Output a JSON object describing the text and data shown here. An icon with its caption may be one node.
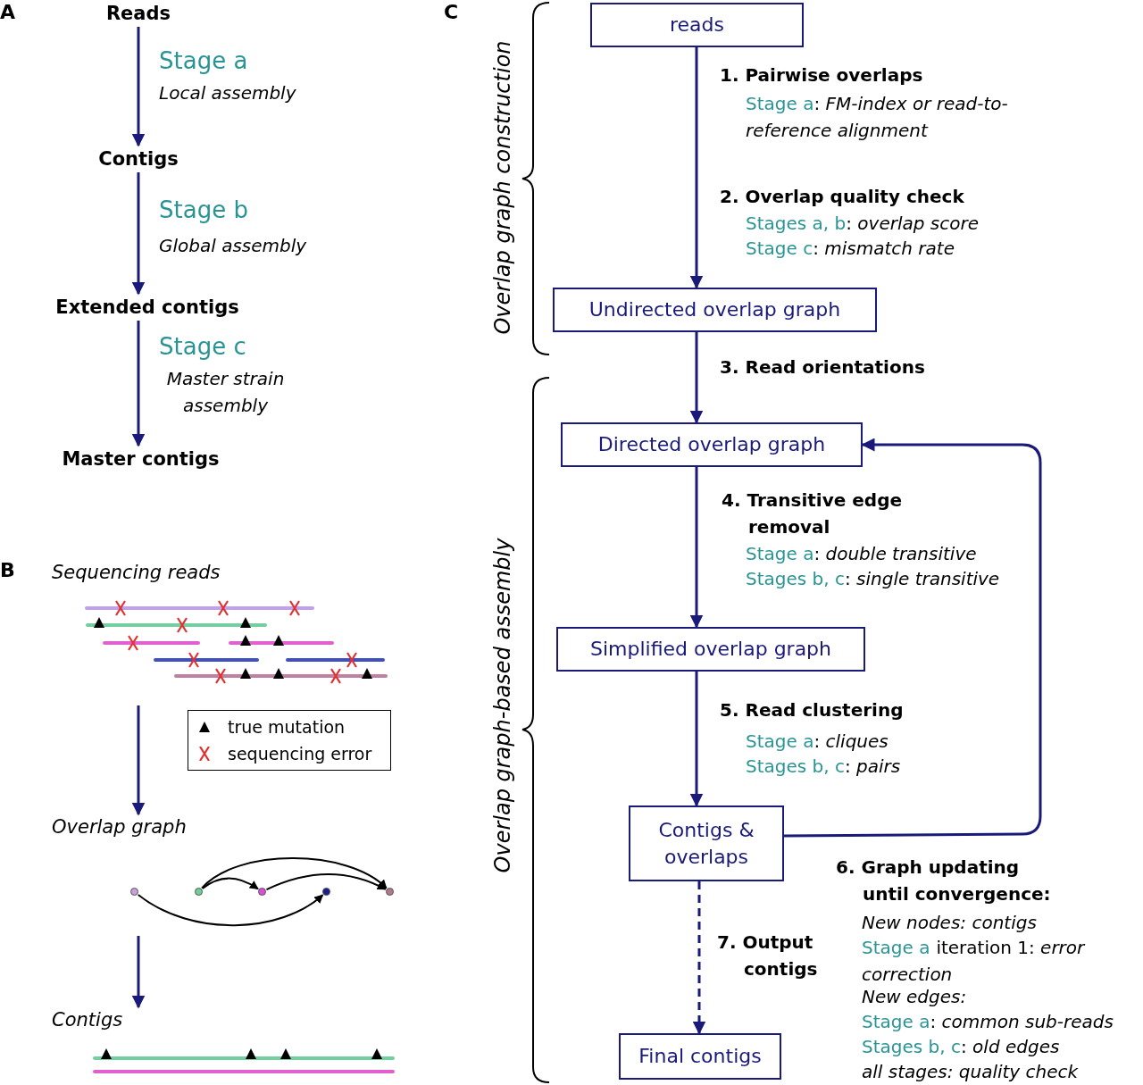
{
  "diagram": {
    "nodes": [
      {
        "text": [
          "Reads"
        ]
      },
      {
        "text": [
          "Contigs"
        ]
      },
      {
        "text": [
          "Extended contigs"
        ]
      },
      {
        "text": [
          "Master contigs"
        ]
      },
      {
        "text": [
          "Sequencing reads"
        ]
      },
      {
        "text": [
          "Overlap graph"
        ]
      },
      {
        "text": [],
        "shape": "circle"
      },
      {
        "text": [],
        "shape": "circle"
      },
      {
        "text": [],
        "shape": "circle"
      },
      {
        "text": [],
        "shape": "circle"
      },
      {
        "text": [],
        "shape": "circle"
      },
      {
        "text": [
          "Contigs"
        ]
      },
      {
        "text": [
          "reads"
        ]
      },
      {
        "text": [
          "Undirected overlap graph"
        ]
      },
      {
        "text": [
          "Directed overlap graph"
        ]
      },
      {
        "text": [
          "Simplified overlap graph"
        ]
      },
      {
        "text": [
          "Contigs & overlaps"
        ]
      },
      {
        "text": [
          "Final contigs"
        ]
      }
    ],
    "edges": [
      {
        "from": 0,
        "to": 1,
        "arrow": "to"
      },
      {
        "from": 1,
        "to": 2,
        "arrow": "to"
      },
      {
        "from": 2,
        "to": 3,
        "arrow": "to"
      },
      {
        "from": 4,
        "to": 5,
        "arrow": "to"
      },
      {
        "from": null,
        "to": 11,
        "arrow": "to"
      },
      {
        "from": 7,
        "to": 8,
        "arrow": "to",
        "color": "#000000"
      },
      {
        "from": 7,
        "to": 10,
        "arrow": "to",
        "color": "#000000"
      },
      {
        "from": 8,
        "to": 10,
        "arrow": "to",
        "color": "#000000"
      },
      {
        "from": 6,
        "to": 9,
        "arrow": "to",
        "color": "#000000"
      },
      {
        "from": 12,
        "to": 13,
        "arrow": "to"
      },
      {
        "from": 13,
        "to": 14,
        "arrow": "to"
      },
      {
        "from": 14,
        "to": 15,
        "arrow": "to"
      },
      {
        "from": 15,
        "to": 16,
        "arrow": "to"
      },
      {
        "from": 16,
        "to": 14,
        "arrow": "to"
      },
      {
        "from": 16,
        "to": 17,
        "arrow": "to",
        "style": "dashed"
      }
    ],
    "labels": [
      "A",
      "Stage a",
      "Local assembly",
      "Stage b",
      "Global assembly",
      "Stage c",
      "Master strain assembly",
      "B",
      "C",
      "Overlap graph construction",
      "Overlap graph-based assembly",
      "1. Pairwise overlaps",
      "Stage a",
      ": *FM-index or read-to-reference alignment*",
      "2. Overlap quality check",
      "Stages a, b",
      ": *overlap score*",
      "Stage c",
      ": *mismatch rate*",
      "3. Read orientations",
      "4. Transitive edge removal",
      "Stage a",
      ": *double transitive*",
      "Stages b, c",
      ": *single transitive*",
      "5. Read clustering",
      "Stage a",
      ": *cliques*",
      "Stages b, c",
      ": *pairs*",
      "6. Graph updating until convergence:",
      "New nodes: contigs",
      "Stage a",
      "iteration 1: *error correction*",
      "New edges:",
      "Stage a",
      ": *common sub-reads*",
      "Stages b, c",
      ": *old edges*",
      "all stages: quality check",
      "7. Output contigs"
    ],
    "legend": [
      {
        "text": "true mutation"
      },
      {
        "text": "sequencing error"
      }
    ]
  }
}
